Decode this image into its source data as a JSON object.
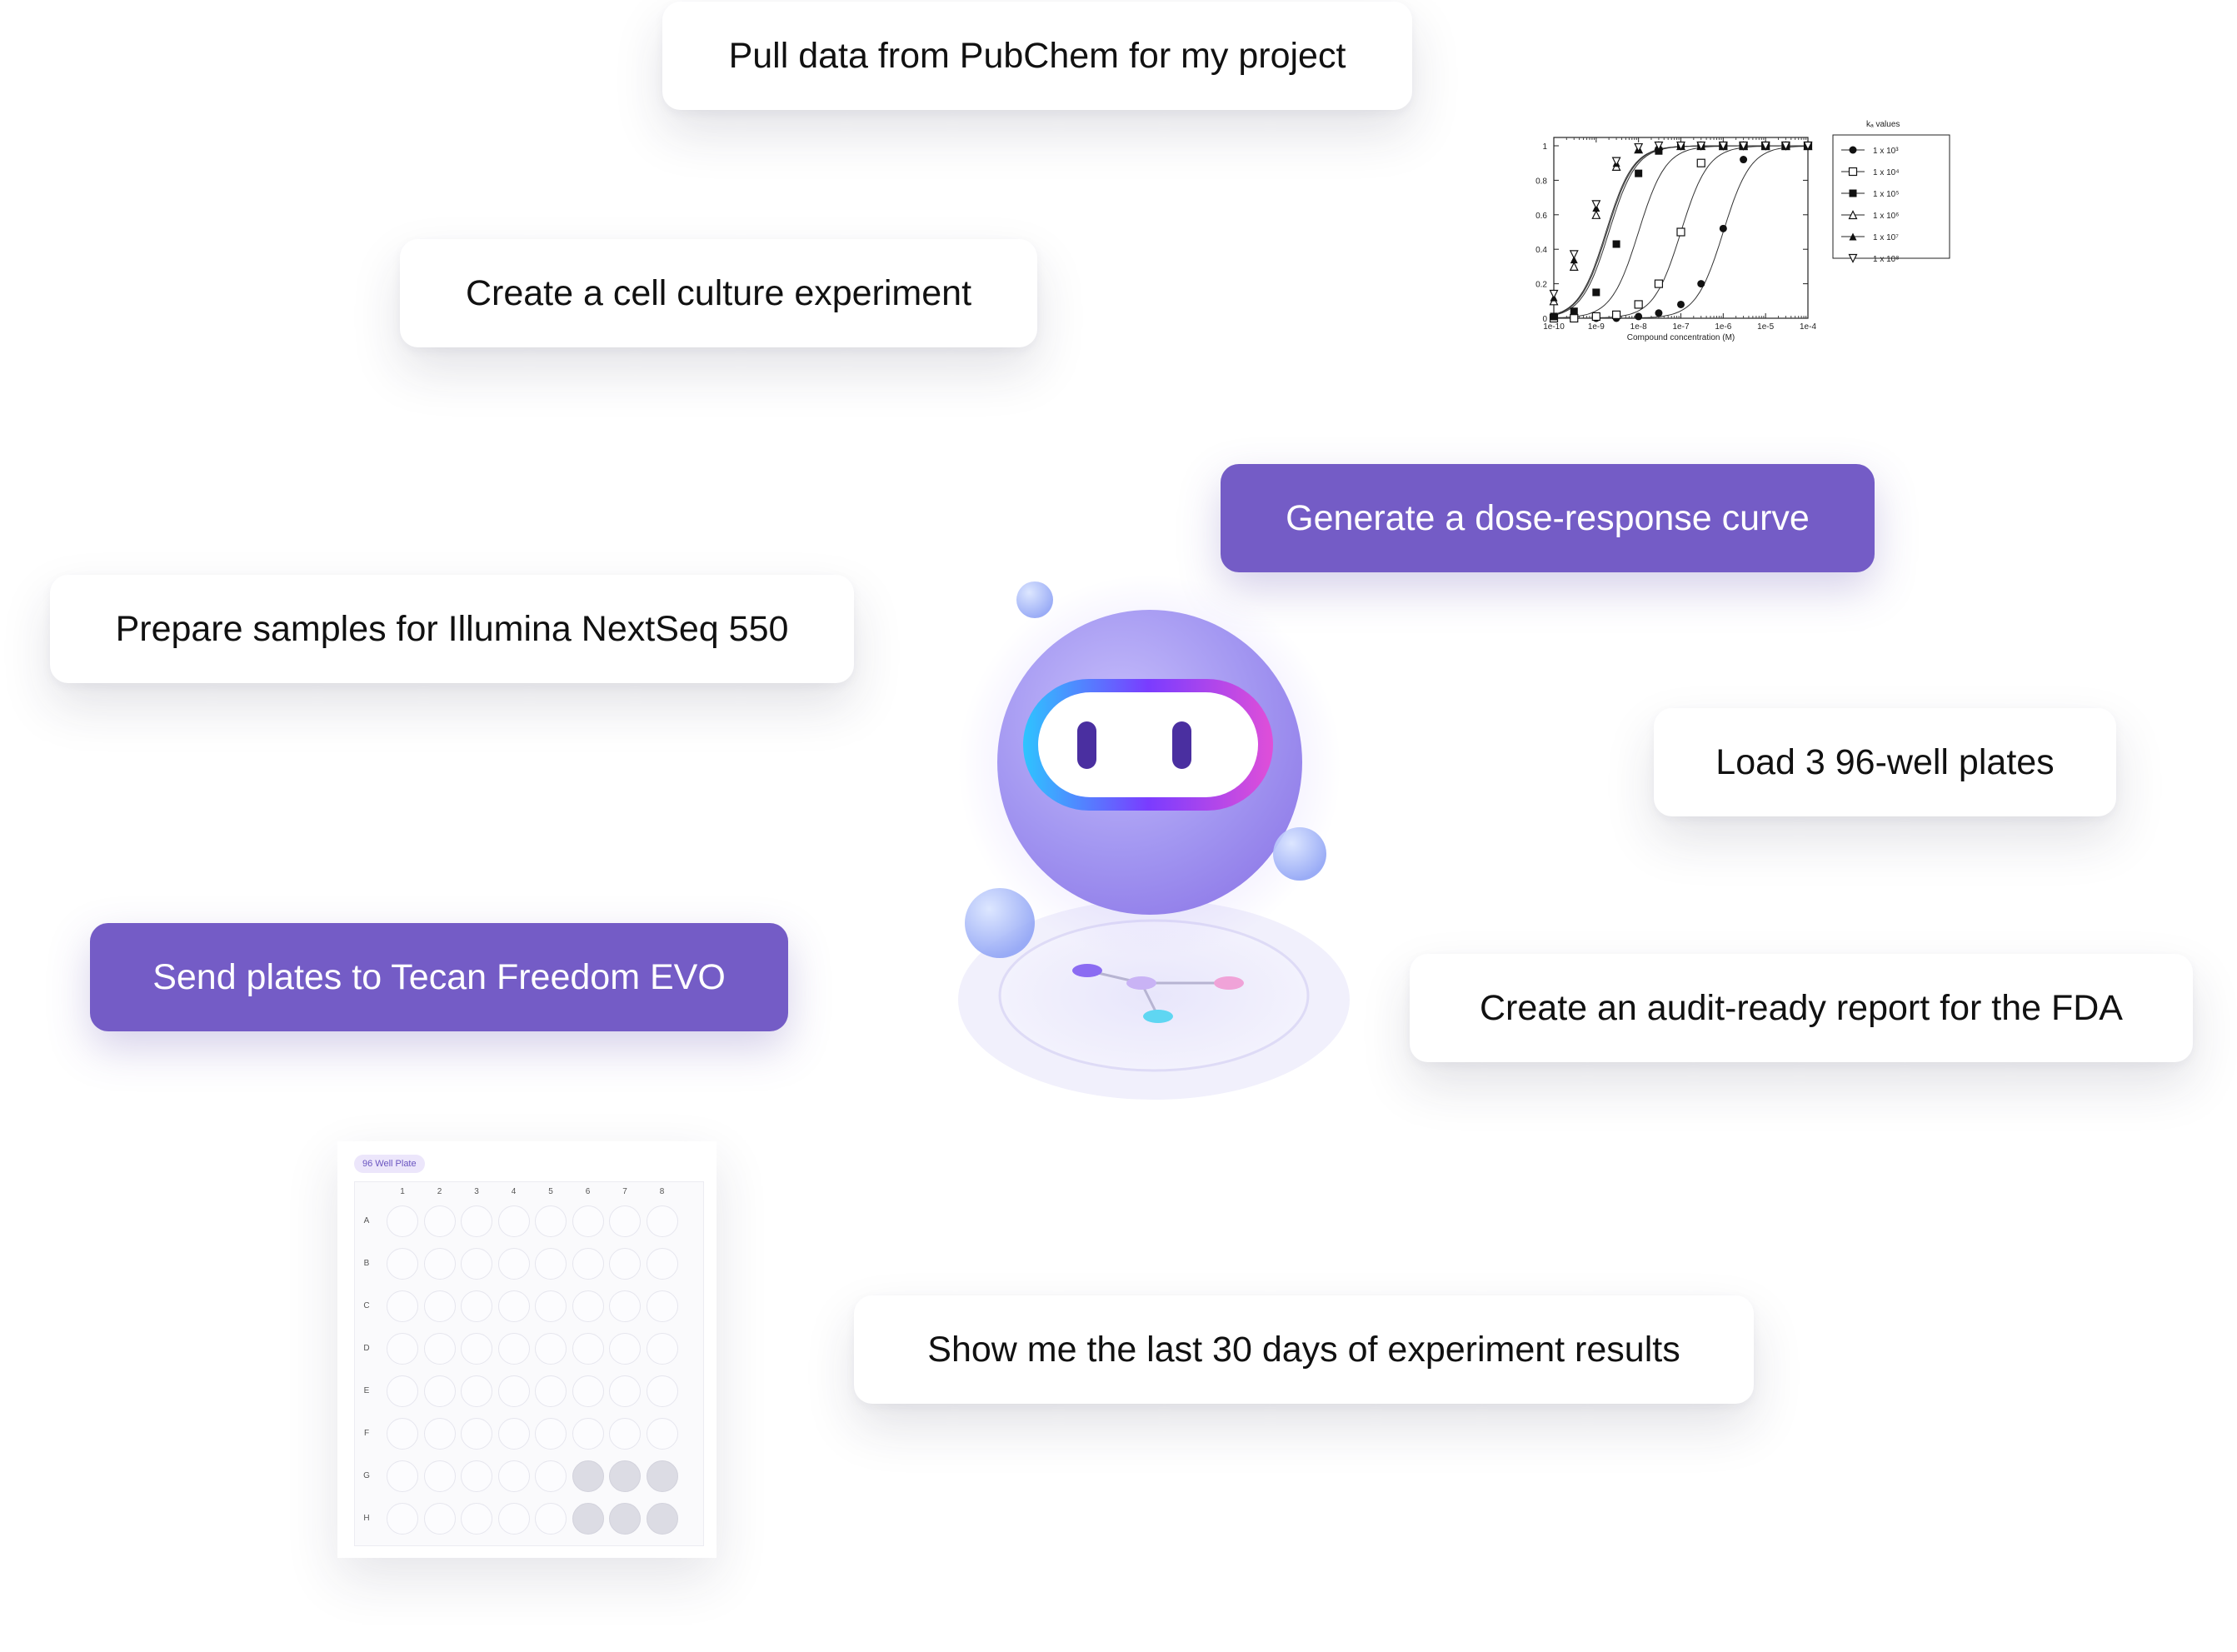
{
  "prompts": [
    {
      "id": "pubchem",
      "label": "Pull data from PubChem for my project",
      "active": false
    },
    {
      "id": "cell-culture",
      "label": "Create a cell culture experiment",
      "active": false
    },
    {
      "id": "dose-response",
      "label": "Generate a dose-response curve",
      "active": true
    },
    {
      "id": "illumina",
      "label": "Prepare samples for Illumina NextSeq 550",
      "active": false
    },
    {
      "id": "load-plates",
      "label": "Load 3 96-well plates",
      "active": false
    },
    {
      "id": "tecan",
      "label": "Send plates to Tecan Freedom EVO",
      "active": true
    },
    {
      "id": "fda-report",
      "label": "Create an audit-ready report for the FDA",
      "active": false
    },
    {
      "id": "last-30-days",
      "label": "Show me the last 30 days of experiment results",
      "active": false
    }
  ],
  "colors": {
    "accent": "#745cc6",
    "robot_body": "#a99cf4",
    "robot_visor_gradient": [
      "#2ec4ff",
      "#7a3cff",
      "#e04fd8"
    ],
    "robot_eyes": "#4a2fa0"
  },
  "plate": {
    "badge": "96 Well Plate",
    "columns": [
      "1",
      "2",
      "3",
      "4",
      "5",
      "6",
      "7",
      "8"
    ],
    "rows": [
      "A",
      "B",
      "C",
      "D",
      "E",
      "F",
      "G",
      "H"
    ],
    "filled_wells": [
      "G6",
      "G7",
      "G8",
      "H6",
      "H7",
      "H8"
    ]
  },
  "chart_data": {
    "type": "line",
    "xlabel": "Compound concentration (M)",
    "ylabel": "",
    "x_scale": "log",
    "x_ticks": [
      "1e-10",
      "1e-9",
      "1e-8",
      "1e-7",
      "1e-6",
      "1e-5",
      "1e-4"
    ],
    "y_ticks": [
      "0",
      "0.2",
      "0.4",
      "0.6",
      "0.8",
      "1"
    ],
    "ylim": [
      0,
      1
    ],
    "xlim": [
      1e-10,
      0.0001
    ],
    "legend_title": "kₐ values",
    "legend_position": "right",
    "x": [
      1e-10,
      3e-10,
      1e-09,
      3e-09,
      1e-08,
      3e-08,
      1e-07,
      3e-07,
      1e-06,
      3e-06,
      1e-05,
      3e-05,
      0.0001
    ],
    "series": [
      {
        "name": "1 x 10³",
        "marker": "filled-circle",
        "ec50": 1e-06,
        "values": [
          0,
          0,
          0,
          0,
          0.01,
          0.03,
          0.08,
          0.2,
          0.52,
          0.92,
          1,
          1,
          1
        ]
      },
      {
        "name": "1 x 10⁴",
        "marker": "open-square",
        "ec50": 1e-07,
        "values": [
          0,
          0,
          0.01,
          0.02,
          0.08,
          0.2,
          0.5,
          0.9,
          1,
          1,
          1,
          1,
          1
        ]
      },
      {
        "name": "1 x 10⁵",
        "marker": "filled-square",
        "ec50": 1e-08,
        "values": [
          0.01,
          0.04,
          0.15,
          0.43,
          0.84,
          0.97,
          1,
          1,
          1,
          1,
          1,
          1,
          1
        ]
      },
      {
        "name": "1 x 10⁶",
        "marker": "open-triangle",
        "ec50": 2e-09,
        "values": [
          0.1,
          0.3,
          0.6,
          0.88,
          0.98,
          1,
          1,
          1,
          1,
          1,
          1,
          1,
          1
        ]
      },
      {
        "name": "1 x 10⁷",
        "marker": "filled-triangle",
        "ec50": 1.8e-09,
        "values": [
          0.12,
          0.34,
          0.64,
          0.9,
          0.98,
          1,
          1,
          1,
          1,
          1,
          1,
          1,
          1
        ]
      },
      {
        "name": "1 x 10⁸",
        "marker": "open-inverted-triangle",
        "ec50": 1.7e-09,
        "values": [
          0.14,
          0.37,
          0.66,
          0.91,
          0.99,
          1,
          1,
          1,
          1,
          1,
          1,
          1,
          1
        ]
      }
    ]
  }
}
